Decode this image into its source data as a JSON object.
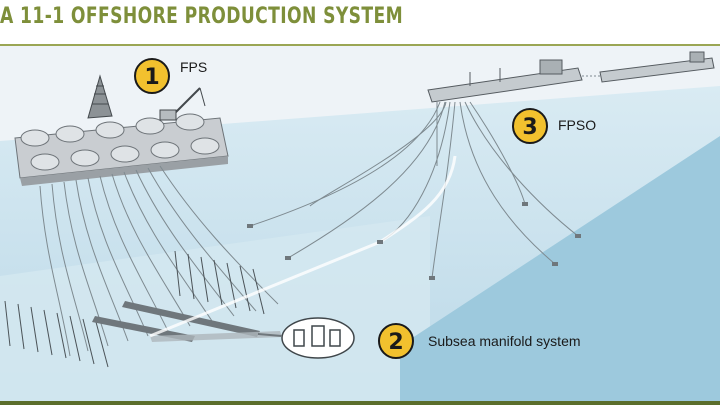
{
  "figure": {
    "title": "A 11-1 OFFSHORE PRODUCTION SYSTEM"
  },
  "callouts": [
    {
      "number": "1",
      "label": "FPS"
    },
    {
      "number": "2",
      "label": "Subsea manifold system"
    },
    {
      "number": "3",
      "label": "FPSO"
    }
  ],
  "colors": {
    "title": "#7e8f3a",
    "rule": "#9aa654",
    "sky": "#eef3f7",
    "sea_light": "#cfe4ee",
    "sea_mid": "#b5d6e6",
    "seafloor": "#d6e8f0",
    "seafloor_right": "#9cc8dc",
    "badge_fill": "#f2c12e",
    "badge_stroke": "#1a1a1a"
  }
}
